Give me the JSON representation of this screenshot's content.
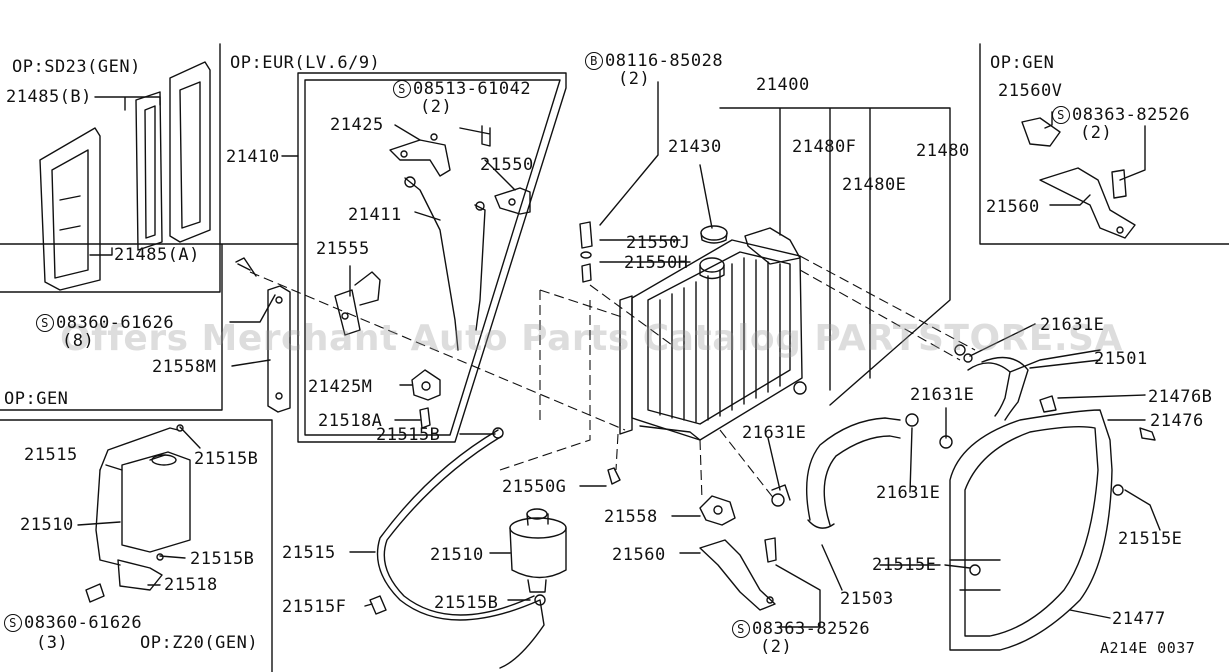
{
  "diagram": {
    "watermark": "Offers Merchant Auto Parts Catalog PARTSTORE.SA",
    "code": "A214E 0037"
  },
  "sections": {
    "sd23": "OP:SD23(GEN)",
    "eur": "OP:EUR(LV.6/9)",
    "gen_left": "OP:GEN",
    "z20": "OP:Z20(GEN)",
    "gen_right": "OP:GEN"
  },
  "bolts": {
    "b08116": {
      "symbol": "B",
      "number": "08116-85028",
      "qty": "(2)"
    },
    "s08513": {
      "symbol": "S",
      "number": "08513-61042",
      "qty": "(2)"
    },
    "s08360_8": {
      "symbol": "S",
      "number": "08360-61626",
      "qty": "(8)"
    },
    "s08360_3": {
      "symbol": "S",
      "number": "08360-61626",
      "qty": "(3)"
    },
    "s08363_top": {
      "symbol": "S",
      "number": "08363-82526",
      "qty": "(2)"
    },
    "s08363_bot": {
      "symbol": "S",
      "number": "08363-82526",
      "qty": "(2)"
    }
  },
  "parts": {
    "p21485B": "21485(B)",
    "p21485A": "21485(A)",
    "p21410": "21410",
    "p21425": "21425",
    "p21550": "21550",
    "p21411": "21411",
    "p21555": "21555",
    "p21558M": "21558M",
    "p21425M": "21425M",
    "p21518A": "21518A",
    "p21515B_top": "21515B",
    "p21515_left": "21515",
    "p21510_left": "21510",
    "p21515B_left": "21515B",
    "p21518": "21518",
    "p21400": "21400",
    "p21430": "21430",
    "p21480F": "21480F",
    "p21480": "21480",
    "p21480E": "21480E",
    "p21550J": "21550J",
    "p21550H": "21550H",
    "p21631E_top": "21631E",
    "p21501": "21501",
    "p21476B": "21476B",
    "p21476": "21476",
    "p21631E_a": "21631E",
    "p21631E_b": "21631E",
    "p21631E_c": "21631E",
    "p21515B_mid": "21515B",
    "p21550G": "21550G",
    "p21558": "21558",
    "p21560_mid": "21560",
    "p21515_mid": "21515",
    "p21510_mid": "21510",
    "p21515F": "21515F",
    "p21515B_bot": "21515B",
    "p21503": "21503",
    "p21515E_r": "21515E",
    "p21515E_m": "21515E",
    "p21477": "21477",
    "p21560V": "21560V",
    "p21560_right": "21560"
  }
}
